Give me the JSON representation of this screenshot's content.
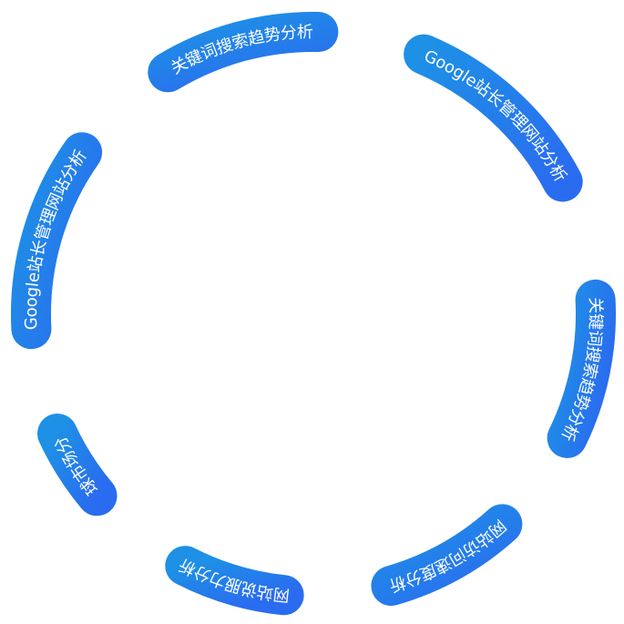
{
  "colors": {
    "start": "#1e90e6",
    "end": "#2a6cef",
    "text": "#ffffff"
  },
  "segments": [
    {
      "label": "关键词搜索趋势分析"
    },
    {
      "label": "Google站长管理网站分析"
    },
    {
      "label": "关键词搜索趋势分析"
    },
    {
      "label": "网站访问速度分析"
    },
    {
      "label": "网站说服力分析"
    },
    {
      "label": "全球市场分析"
    },
    {
      "label": "Google站长管理网站分析"
    }
  ]
}
